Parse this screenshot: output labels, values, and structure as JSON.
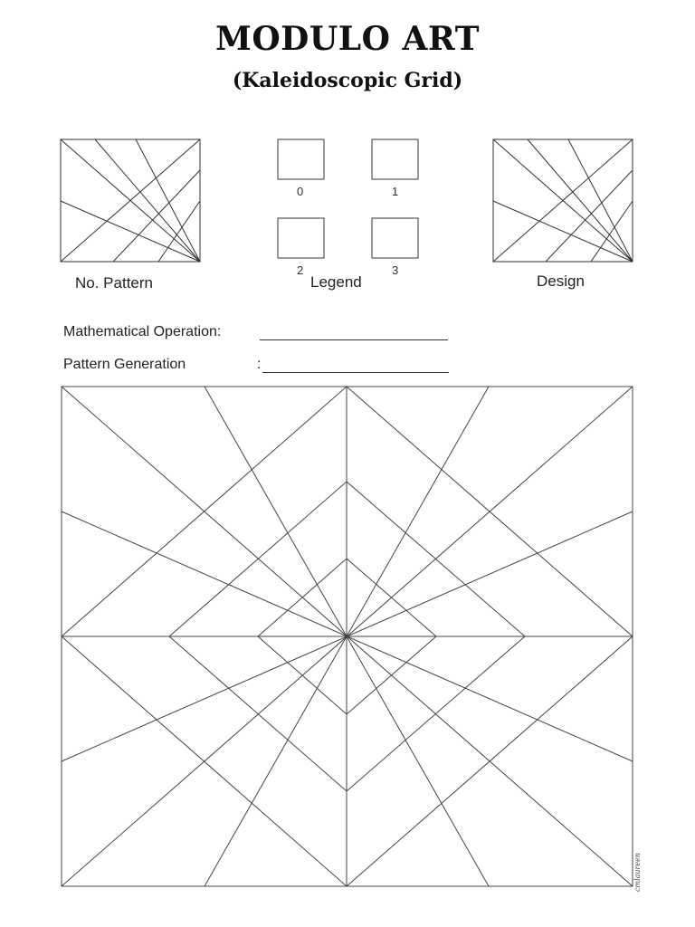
{
  "header": {
    "title": "MODULO ART",
    "subtitle": "(Kaleidoscopic Grid)"
  },
  "mini_panels": {
    "pattern_label": "No. Pattern",
    "design_label": "Design"
  },
  "legend": {
    "label": "Legend",
    "items": [
      "0",
      "1",
      "2",
      "3"
    ]
  },
  "fields": {
    "operation_label": "Mathematical Operation:",
    "generation_label": "Pattern Generation",
    "generation_colon": ":"
  },
  "credit": "cmlaureen"
}
